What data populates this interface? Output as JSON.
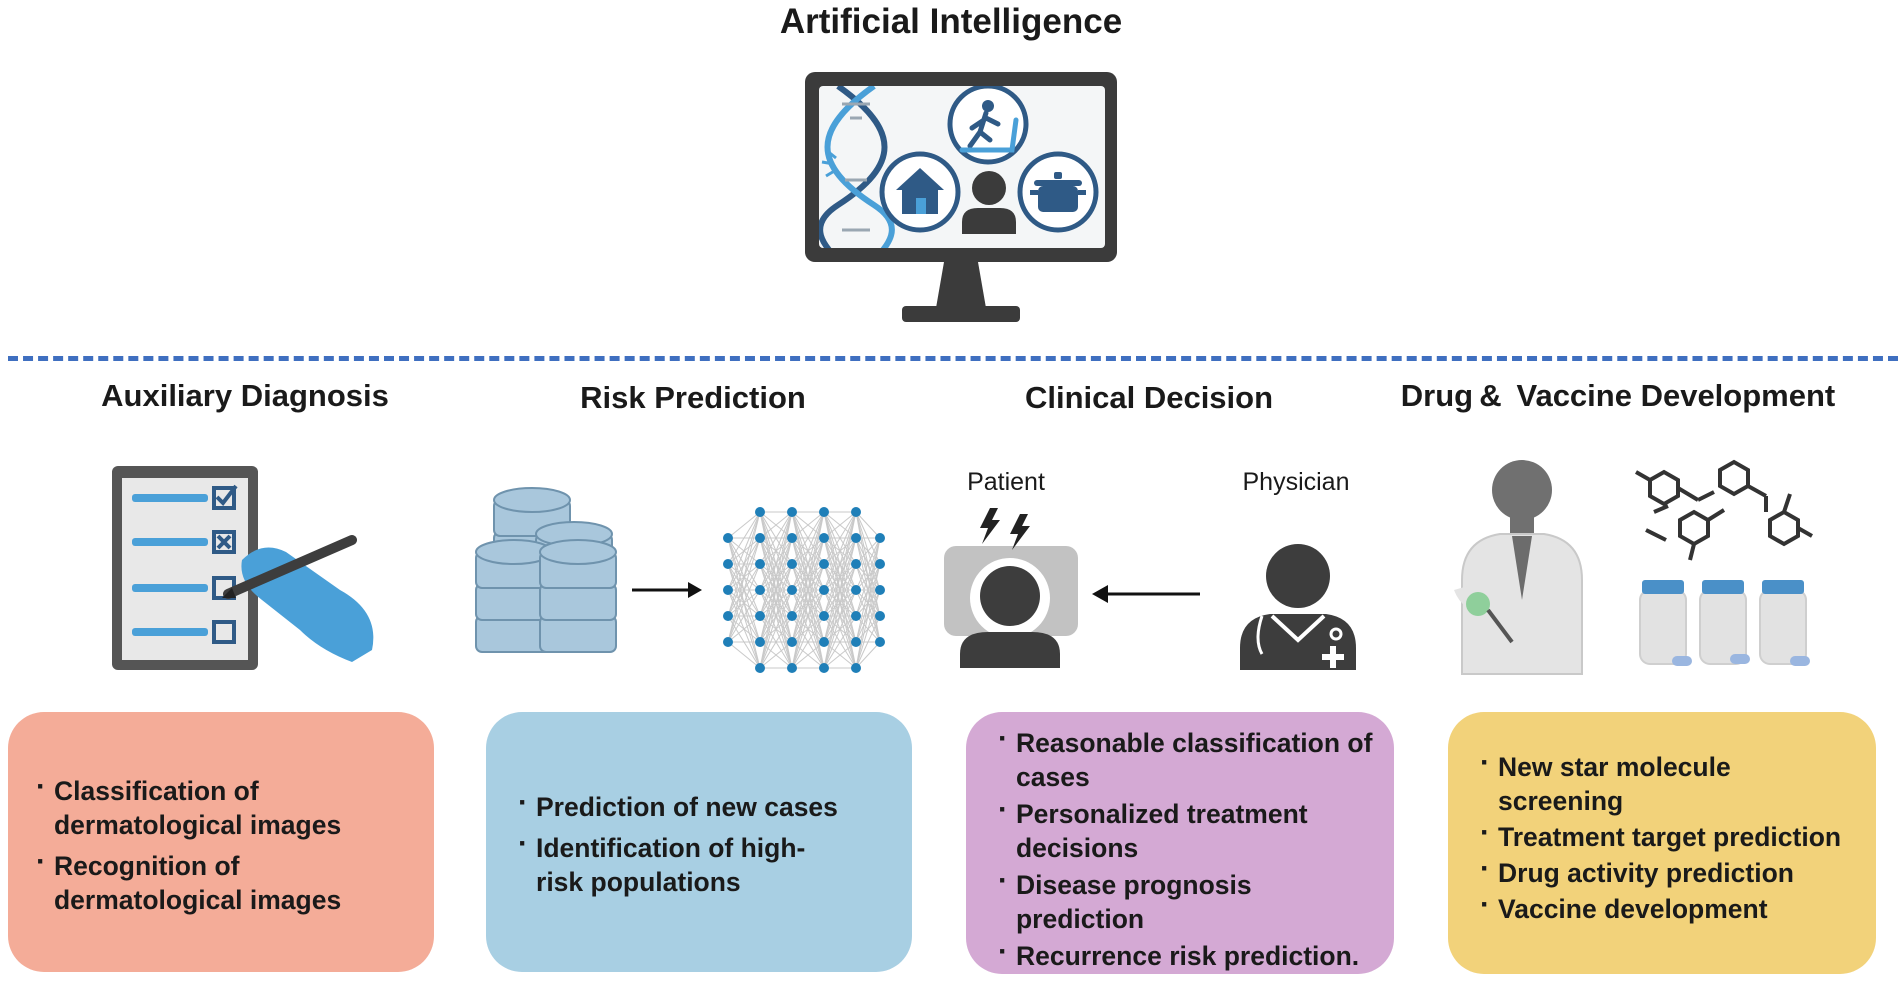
{
  "title": "Artificial Intelligence",
  "sections": [
    {
      "heading": "Auxiliary Diagnosis",
      "color": "#f4ac98",
      "items": [
        "Classification of dermatological images",
        "Recognition of dermatological images"
      ]
    },
    {
      "heading": "Risk Prediction",
      "color": "#a8cfe3",
      "items": [
        "Prediction of new cases",
        "Identification of high-risk populations"
      ]
    },
    {
      "heading": "Clinical Decision",
      "color": "#d4a9d4",
      "labels": {
        "left": "Patient",
        "right": "Physician"
      },
      "items": [
        "Reasonable classification of cases",
        "Personalized treatment decisions",
        "Disease prognosis prediction",
        "Recurrence risk prediction."
      ]
    },
    {
      "heading": "Drug &  Vaccine Development",
      "color": "#f2d27a",
      "items": [
        "New star molecule screening",
        "Treatment target prediction",
        "Drug activity prediction",
        "Vaccine development"
      ]
    }
  ],
  "icons": [
    "monitor-icon",
    "dna-icon",
    "treadmill-icon",
    "home-icon",
    "person-icon",
    "cooking-pot-icon",
    "checklist-icon",
    "hand-pen-icon",
    "database-icon",
    "neural-network-icon",
    "patient-icon",
    "doctor-icon",
    "scientist-icon",
    "molecule-icon",
    "medicine-bottle-icon"
  ],
  "colors": {
    "divider": "#3f6fc0",
    "icon_blue": "#2f5a86",
    "icon_light_blue": "#4aa0d8",
    "icon_gray": "#3d3d3d"
  }
}
